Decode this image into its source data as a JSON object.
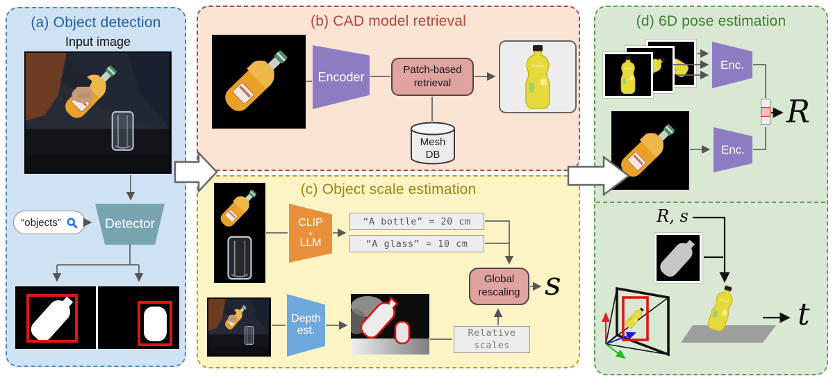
{
  "figure": {
    "panel_a": {
      "title": "(a) Object detection",
      "input_image_label": "Input image",
      "query_text": "“objects”",
      "detector_label": "Detector"
    },
    "panel_b": {
      "title": "(b) CAD model retrieval",
      "encoder_label": "Encoder",
      "patch_retrieval_line1": "Patch-based",
      "patch_retrieval_line2": "retrieval",
      "mesh_db_line1": "Mesh",
      "mesh_db_line2": "DB"
    },
    "panel_c": {
      "title": "(c) Object scale estimation",
      "clip_llm_line1": "CLIP",
      "clip_llm_line2": "+",
      "clip_llm_line3": "LLM",
      "bottle_scale_text": "“A bottle” = 20 cm",
      "glass_scale_text": "“A glass”  = 10 cm",
      "global_rescaling_line1": "Global",
      "global_rescaling_line2": "rescaling",
      "scale_symbol": "s",
      "depth_est_line1": "Depth",
      "depth_est_line2": "est.",
      "relative_scales_line1": "Relative",
      "relative_scales_line2": "scales"
    },
    "panel_d": {
      "title": "(d) 6D pose estimation",
      "encoder_top_label": "Enc.",
      "encoder_bottom_label": "Enc.",
      "rotation_symbol": "R",
      "rotation_scale_label": "R, s",
      "translation_symbol": "t"
    },
    "colors": {
      "panelABg": "#cfe2f3",
      "panelABorder": "#4b86c6",
      "panelATitle": "#1e5fa9",
      "panelBBg": "#fbe4d4",
      "panelBBorder": "#a64a55",
      "panelBTitle": "#b2453a",
      "panelCBg": "#fcf4c5",
      "panelCBorder": "#c19a16",
      "panelCTitle": "#9c840f",
      "panelDBg": "#d9e8d3",
      "panelDBorder": "#5f9e54",
      "panelDTitle": "#3e7c33",
      "detectorFill": "#76a5af",
      "encoderFill": "#8e7cc3",
      "clipLlmFill": "#e8913d",
      "depthFill": "#6fa8dc",
      "pinkFill": "#dfa3a0",
      "pinkBorder": "#5a4646",
      "grayBoxFill": "#ededed",
      "grayBoxBorder": "#9a9a9a",
      "maskRed": "#e51313",
      "searchBlue": "#1a73e8",
      "lineColor": "#666666"
    }
  }
}
